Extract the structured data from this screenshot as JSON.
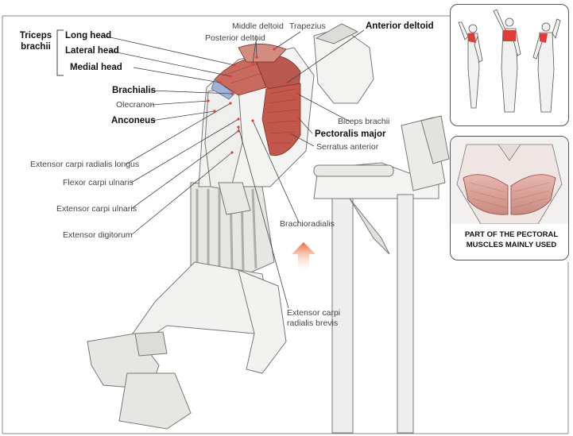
{
  "triceps_group": {
    "line1": "Triceps",
    "line2": "brachii"
  },
  "labels": {
    "long_head": "Long head",
    "lateral_head": "Lateral head",
    "medial_head": "Medial head",
    "brachialis": "Brachialis",
    "olecranon": "Olecranon",
    "anconeus": "Anconeus",
    "ext_carpi_rad_longus": "Extensor carpi radialis longus",
    "flexor_carpi_ulnaris": "Flexor carpi ulnaris",
    "ext_carpi_ulnaris": "Extensor carpi ulnaris",
    "ext_digitorum": "Extensor digitorum",
    "middle_deltoid": "Middle deltoid",
    "posterior_deltoid": "Posterior deltoid",
    "trapezius": "Trapezius",
    "anterior_deltoid": "Anterior deltoid",
    "biceps_brachii": "Biceps brachii",
    "pectoralis_major": "Pectoralis major",
    "serratus_anterior": "Serratus anterior",
    "brachioradialis": "Brachioradialis",
    "ecrb_line1": "Extensor carpi",
    "ecrb_line2": "radialis brevis"
  },
  "inset_caption": {
    "line1": "PART OF THE PECTORAL",
    "line2": "MUSCLES MAINLY USED"
  },
  "colors": {
    "muscle": "#c96a5f",
    "muscle_dark": "#9c3f38",
    "arrow": "#ee6a3a",
    "highlight": "#e23b3b"
  }
}
